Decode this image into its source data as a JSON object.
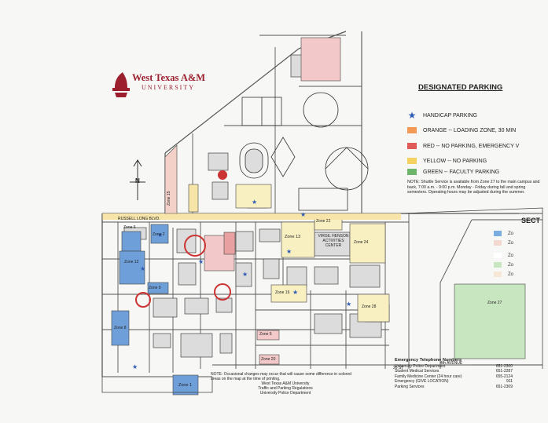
{
  "header": {
    "university_name": "West Texas A&M",
    "university_sub": "UNIVERSITY"
  },
  "legend": {
    "title": "DESIGNATED PARKING",
    "items": [
      {
        "key": "handicap",
        "label": "HANDICAP PARKING",
        "icon": "star-icon",
        "color": "#2d5bb5"
      },
      {
        "key": "orange",
        "label": "ORANGE -- LOADING ZONE, 30 MIN",
        "color": "#f29a55"
      },
      {
        "key": "red",
        "label": "RED -- NO PARKING, EMERGENCY V",
        "color": "#e05a5a"
      },
      {
        "key": "yellow",
        "label": "YELLOW -- NO PARKING",
        "color": "#f3d25f"
      },
      {
        "key": "green",
        "label": "GREEN -- FACULTY PARKING",
        "color": "#6db56a"
      }
    ],
    "note": "NOTE: Shuttle Service is available from Zone 27 to the main campus and back, 7:00 a.m. - 9:00 p.m. Monday - Friday during fall and spring semesters. Operating hours may be adjusted during the summer."
  },
  "section_legend": {
    "title": "SECT",
    "items": [
      {
        "label": "Zo",
        "color": "#7aaee0"
      },
      {
        "label": "Zo",
        "color": "#f3d8d2"
      },
      {
        "label": "Zo",
        "color": "#ffffff"
      },
      {
        "label": "Zo",
        "color": "#c8e6c0"
      },
      {
        "label": "Zo",
        "color": "#f6e7d6"
      }
    ]
  },
  "zones": [
    {
      "name": "Zone 1"
    },
    {
      "name": "Zone 2"
    },
    {
      "name": "Zone 5"
    },
    {
      "name": "Zone 6"
    },
    {
      "name": "Zone 8"
    },
    {
      "name": "Zone 9"
    },
    {
      "name": "Zone 12"
    },
    {
      "name": "Zone 13"
    },
    {
      "name": "Zone 15"
    },
    {
      "name": "Zone 16"
    },
    {
      "name": "Zone 20"
    },
    {
      "name": "Zone 22"
    },
    {
      "name": "Zone 24"
    },
    {
      "name": "Zone 27"
    },
    {
      "name": "Zone 28"
    }
  ],
  "map_labels": {
    "road_russell_long": "RUSSELL LONG BLVD.",
    "activities_center": "VIRGIL HENSON ACTIVITIES CENTER",
    "north": "N",
    "street_4th": "4th AVENUE",
    "street_26": "26 ST"
  },
  "emergency": {
    "title": "Emergency Telephone Numbers",
    "rows": [
      {
        "name": "University Police Department",
        "number": "651-2300"
      },
      {
        "name": "Student Medical Services",
        "number": "651-2287"
      },
      {
        "name": "Family Medicine Center (24 hour care)",
        "number": "655-2124"
      },
      {
        "name": "Emergency (GIVE LOCATION)",
        "number": "911"
      },
      {
        "name": "Parking Services",
        "number": "651-2309"
      }
    ]
  },
  "bottom_note": {
    "line1": "NOTE: Occasional changes may occur that will cause some difference in colored areas on the map at the time of printing.",
    "line2": "West Texas A&M University",
    "line3": "Traffic and Parking Regulations",
    "line4": "University Police Department"
  }
}
